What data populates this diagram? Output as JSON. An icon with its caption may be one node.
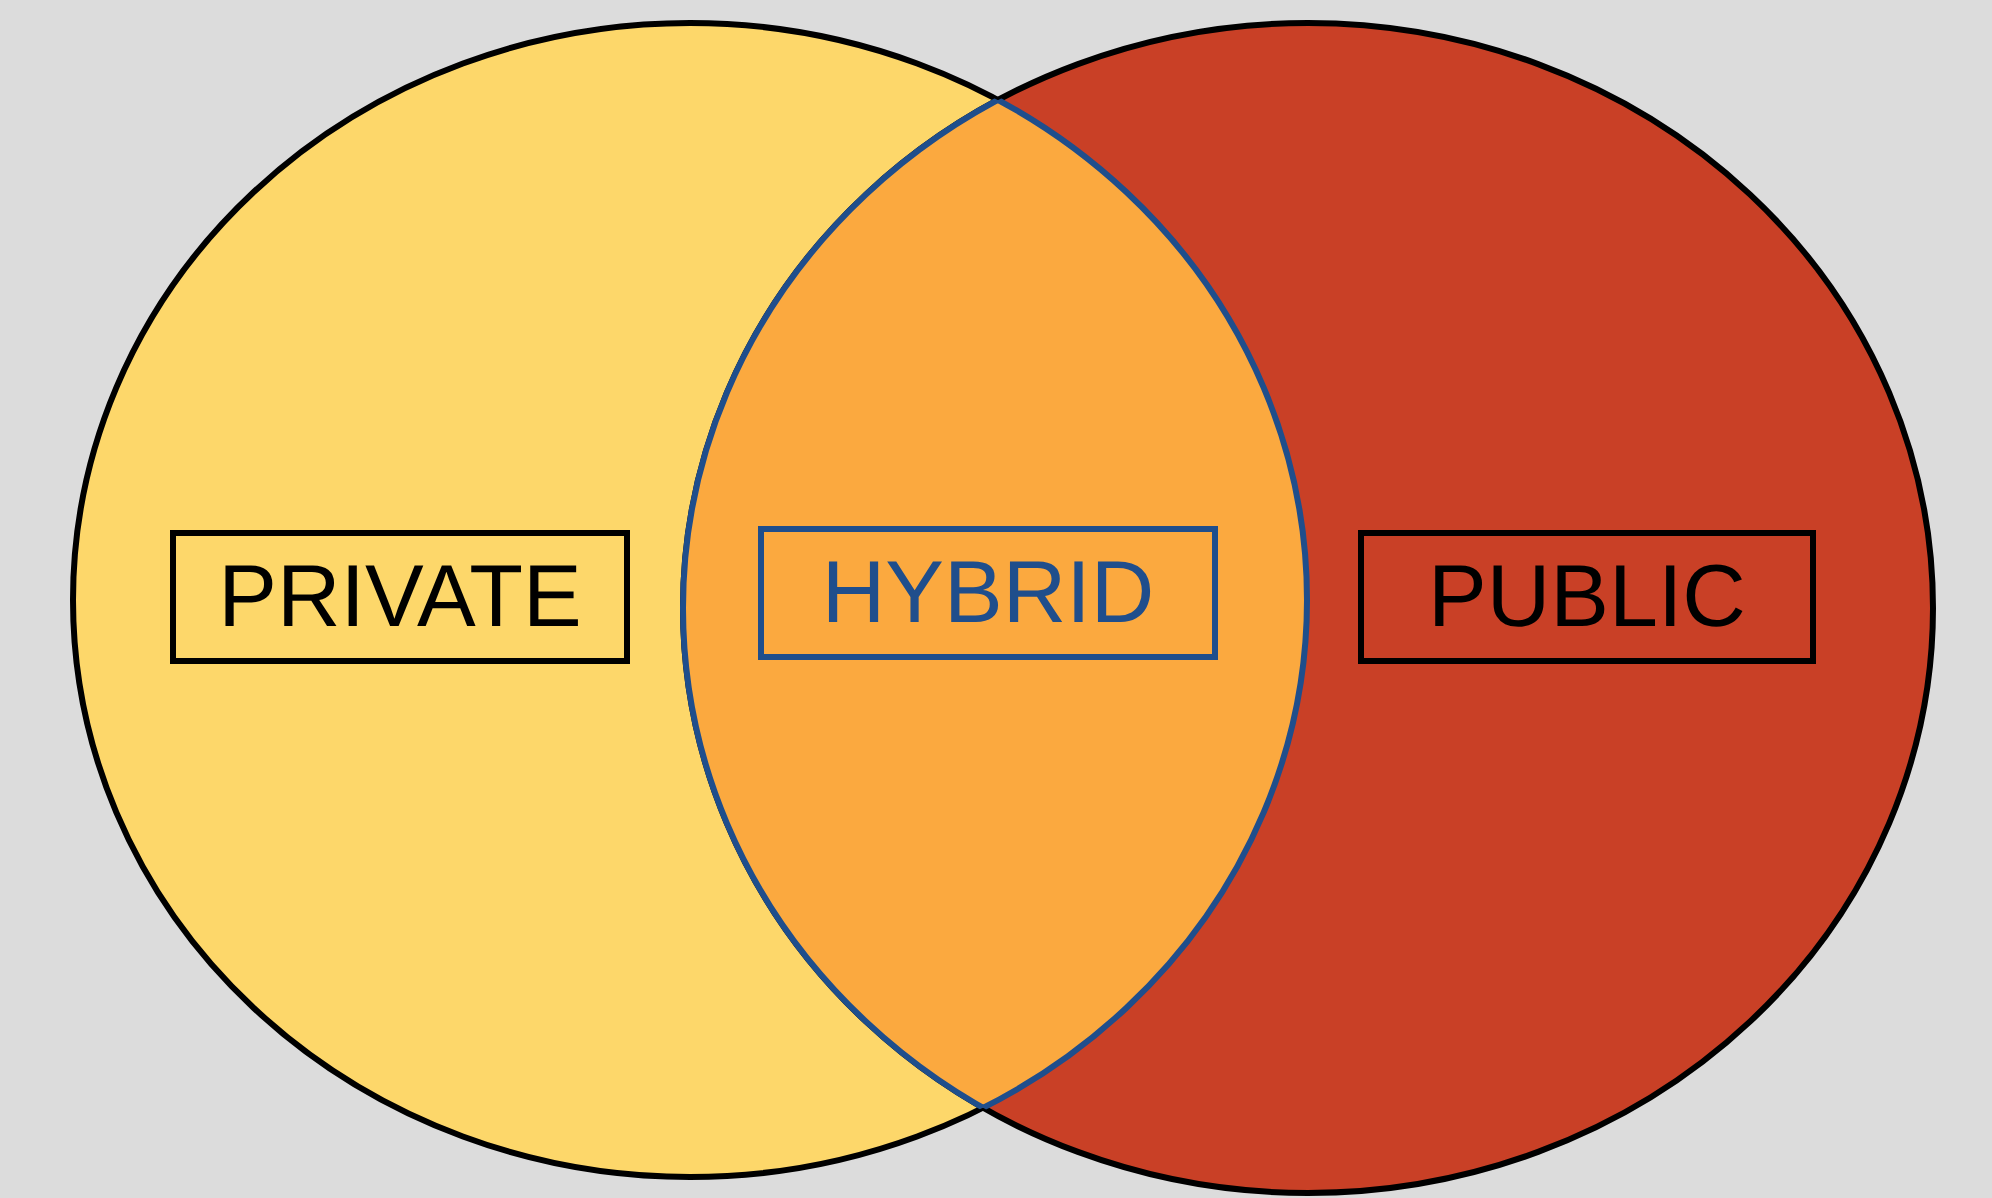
{
  "diagram": {
    "nodes": [
      {
        "text": [],
        "shape": "circle"
      },
      {
        "text": [],
        "shape": "circle"
      },
      {
        "text": [
          "PRIVATE"
        ],
        "in": 0
      },
      {
        "text": [
          "HYBRID"
        ]
      },
      {
        "text": [
          "PUBLIC"
        ],
        "in": 1
      }
    ]
  }
}
